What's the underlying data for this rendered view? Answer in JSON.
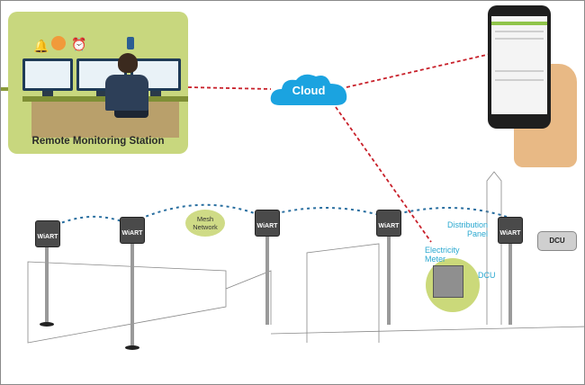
{
  "diagram": {
    "station": {
      "label": "Remote Monitoring Station",
      "icons": [
        "bell-icon",
        "mail-icon",
        "alarm-clock-icon",
        "smartphone-icon"
      ],
      "bg_color": "#c8d77e"
    },
    "cloud": {
      "label": "Cloud",
      "color": "#1ba3e0"
    },
    "mesh_label_line1": "Mesh",
    "mesh_label_line2": "Network",
    "nodes": [
      {
        "label": "WiART"
      },
      {
        "label": "WiART"
      },
      {
        "label": "WiART"
      },
      {
        "label": "WiART"
      },
      {
        "label": "WiART"
      }
    ],
    "dcu": {
      "label": "DCU"
    },
    "meter_labels": {
      "electricity_line1": "Electricity",
      "electricity_line2": "Meter",
      "distribution_line1": "Distribution",
      "distribution_line2": "Panel",
      "dcu": "DCU"
    },
    "colors": {
      "link_red": "#c8202a",
      "mesh_blue": "#2a6fa0",
      "wifi_cyan": "#19a8d8",
      "accent_green": "#c8d77e"
    }
  }
}
